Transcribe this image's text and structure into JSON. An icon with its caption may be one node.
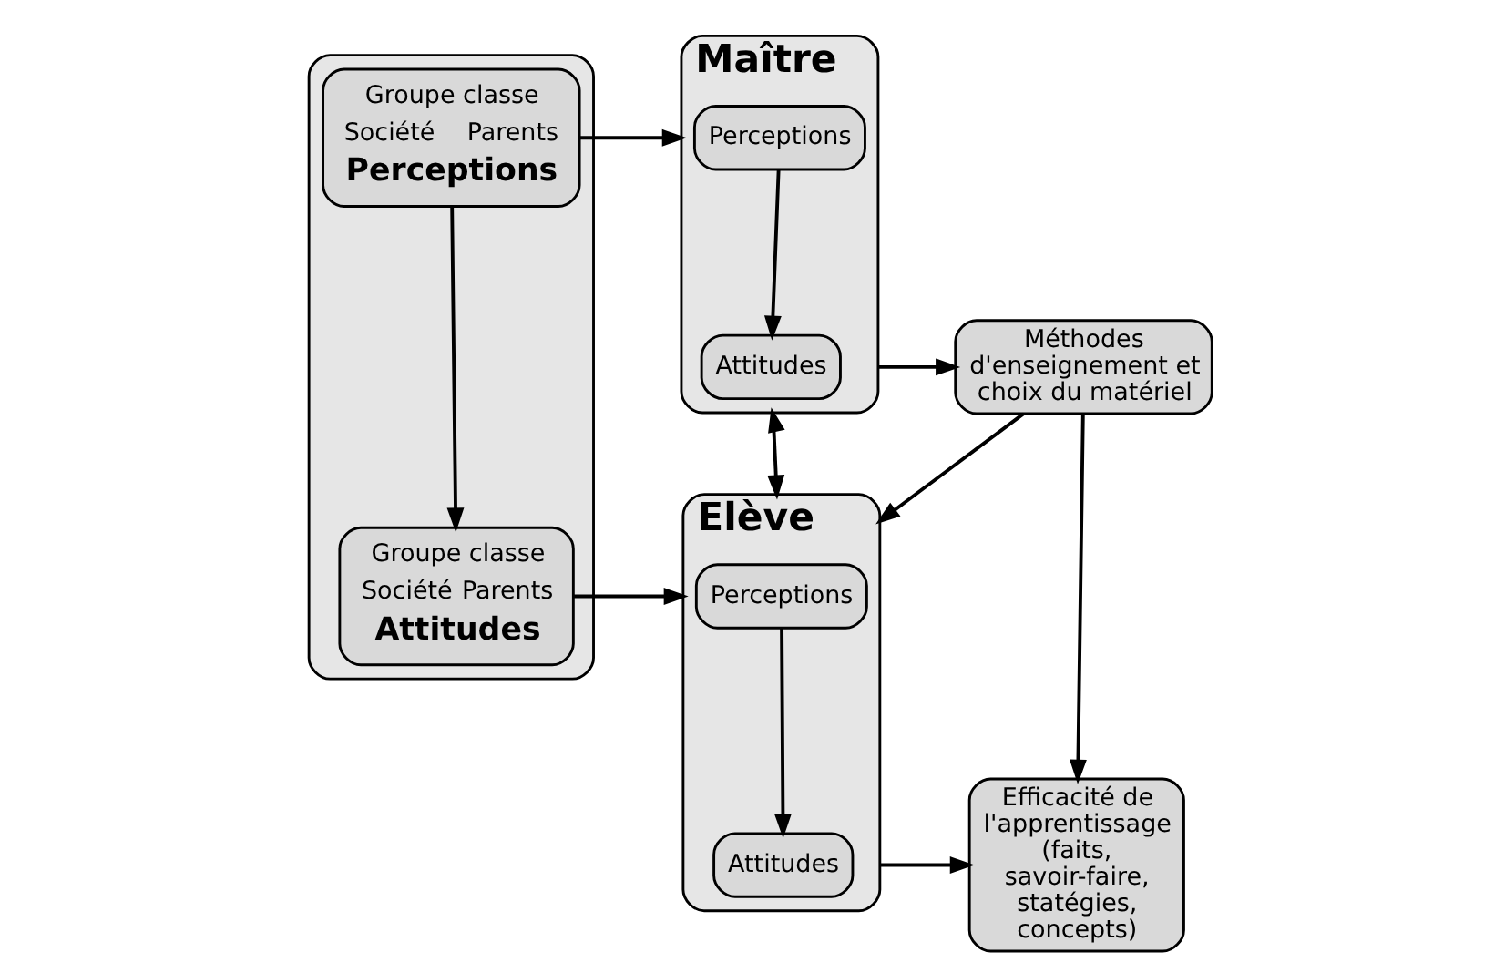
{
  "diagram": {
    "nodes": [
      {
        "text": [],
        "shape": "box"
      },
      {
        "text": [
          "Groupe classe",
          "Société",
          "Parents",
          "Perceptions"
        ],
        "in": 0
      },
      {
        "text": [
          "Groupe classe",
          "Société",
          "Parents",
          "Attitudes"
        ],
        "in": 0
      },
      {
        "text": [
          "Maître"
        ]
      },
      {
        "text": [
          "Perceptions"
        ],
        "in": 3
      },
      {
        "text": [
          "Attitudes"
        ],
        "in": 3
      },
      {
        "text": [
          "Méthodes d'enseignement et choix du matériel"
        ]
      },
      {
        "text": [
          "Elève"
        ]
      },
      {
        "text": [
          "Perceptions"
        ],
        "in": 7
      },
      {
        "text": [
          "Attitudes"
        ],
        "in": 7
      },
      {
        "text": [
          "Efficacité de l'apprentissage (faits, savoir-faire, statégies, concepts)"
        ]
      }
    ],
    "edges": [
      {
        "from": 1,
        "to": 2,
        "arrow": "to"
      },
      {
        "from": 1,
        "to": 3,
        "arrow": "to"
      },
      {
        "from": 2,
        "to": 7,
        "arrow": "to"
      },
      {
        "from": 4,
        "to": 5,
        "arrow": "to"
      },
      {
        "from": 3,
        "to": 6,
        "arrow": "to"
      },
      {
        "from": 6,
        "to": 7,
        "arrow": "to"
      },
      {
        "from": 3,
        "to": 7,
        "arrow": "both"
      },
      {
        "from": 6,
        "to": 10,
        "arrow": "to"
      },
      {
        "from": 7,
        "to": 10,
        "arrow": "to"
      },
      {
        "from": 8,
        "to": 9,
        "arrow": "to"
      }
    ]
  }
}
